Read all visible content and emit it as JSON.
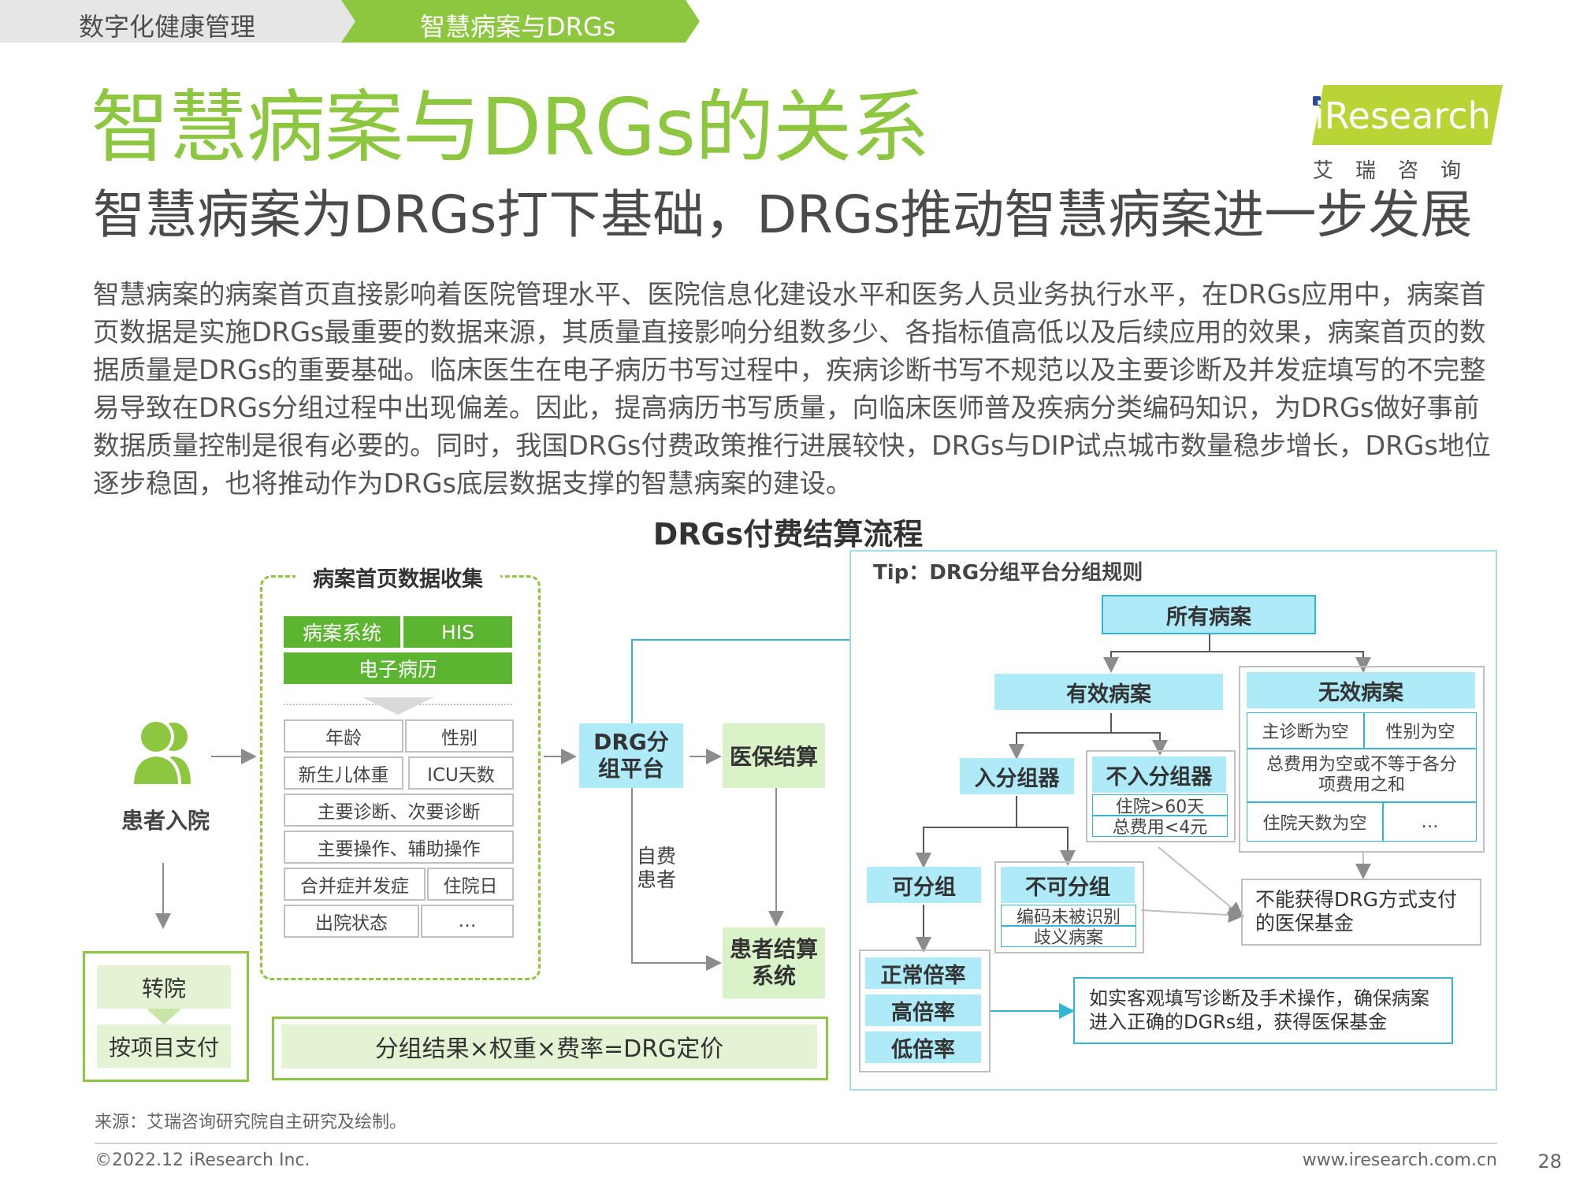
{
  "breadcrumb": {
    "section": "数字化健康管理",
    "current": "智慧病案与DRGs"
  },
  "title": "智慧病案与DRGs的关系",
  "subtitle": "智慧病案为DRGs打下基础，DRGs推动智慧病案进一步发展",
  "logo": {
    "text": "iResearch",
    "cn": "艾瑞咨询"
  },
  "paragraph": [
    "智慧病案的病案首页直接影响着医院管理水平、医院信息化建设水平和医务人员业务执行水平，在DRGs应用中，病案首",
    "页数据是实施DRGs最重要的数据来源，其质量直接影响分组数多少、各指标值高低以及后续应用的效果，病案首页的数",
    "据质量是DRGs的重要基础。临床医生在电子病历书写过程中，疾病诊断书写不规范以及主要诊断及并发症填写的不完整",
    "易导致在DRGs分组过程中出现偏差。因此，提高病历书写质量，向临床医师普及疾病分类编码知识，为DRGs做好事前",
    "数据质量控制是很有必要的。同时，我国DRGs付费政策推行进展较快，DRGs与DIP试点城市数量稳步增长，DRGs地位",
    "逐步稳固，也将推动作为DRGs底层数据支撑的智慧病案的建设。"
  ],
  "diagram": {
    "title": "DRGs付费结算流程",
    "patient": "患者入院",
    "transfer": "转院",
    "pay_by_item": "按项目支付",
    "collect_title": "病案首页数据收集",
    "sys1": "病案系统",
    "sys2": "HIS",
    "sys3": "电子病历",
    "fields": [
      "年龄",
      "性别",
      "新生儿体重",
      "ICU天数",
      "主要诊断、次要诊断",
      "主要操作、辅助操作",
      "合并症并发症",
      "住院日",
      "出院状态",
      "…"
    ],
    "formula": "分组结果×权重×费率=DRG定价",
    "drg_platform": "DRG分组平台",
    "insurance_settle": "医保结算",
    "self_pay": "自费患者",
    "patient_settle": "患者结算系统",
    "tip_title": "Tip：DRG分组平台分组规则",
    "all_cases": "所有病案",
    "valid": "有效病案",
    "invalid": "无效病案",
    "invalid_items": [
      "主诊断为空",
      "性别为空",
      "总费用为空或不等于各分项费用之和",
      "住院天数为空",
      "…"
    ],
    "in_group": "入分组器",
    "not_in_group": "不入分组器",
    "not_in_items": [
      "住院>60天",
      "总费用<4元"
    ],
    "groupable": "可分组",
    "ungroupable": "不可分组",
    "ungroupable_items": [
      "编码未被识别",
      "歧义病案"
    ],
    "rates": [
      "正常倍率",
      "高倍率",
      "低倍率"
    ],
    "no_fund": "不能获得DRG方式支付的医保基金",
    "advice": "如实客观填写诊断及手术操作，确保病案进入正确的DGRs组，获得医保基金"
  },
  "footer": {
    "source": "来源：艾瑞咨询研究院自主研究及绘制。",
    "copyright": "©2022.12 iResearch Inc.",
    "url": "www.iresearch.com.cn",
    "page": "28"
  },
  "colors": {
    "green": "#8dc63f",
    "dark_green": "#5cb531",
    "cyan": "#33b5d6",
    "light_cyan": "#aeeaf7",
    "light_green": "#d9f2c7"
  }
}
